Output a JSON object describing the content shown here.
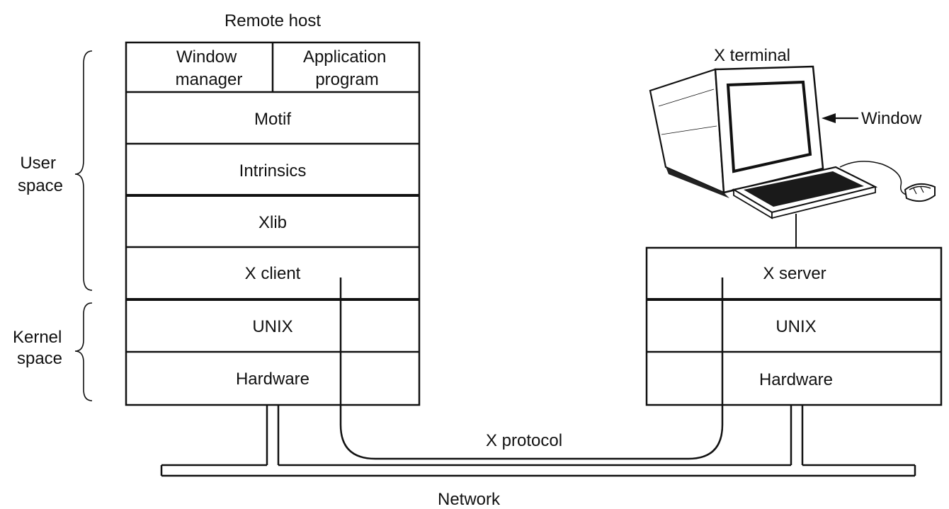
{
  "remote_host": {
    "title": "Remote host",
    "window_manager": [
      "Window",
      "manager"
    ],
    "application_program": [
      "Application",
      "program"
    ],
    "motif": "Motif",
    "intrinsics": "Intrinsics",
    "xlib": "Xlib",
    "x_client": "X client",
    "unix": "UNIX",
    "hardware": "Hardware"
  },
  "spaces": {
    "user": [
      "User",
      "space"
    ],
    "kernel": [
      "Kernel",
      "space"
    ]
  },
  "terminal": {
    "title": "X terminal",
    "window_label": "Window",
    "x_server": "X server",
    "unix": "UNIX",
    "hardware": "Hardware"
  },
  "connection": {
    "protocol": "X protocol",
    "network": "Network"
  }
}
